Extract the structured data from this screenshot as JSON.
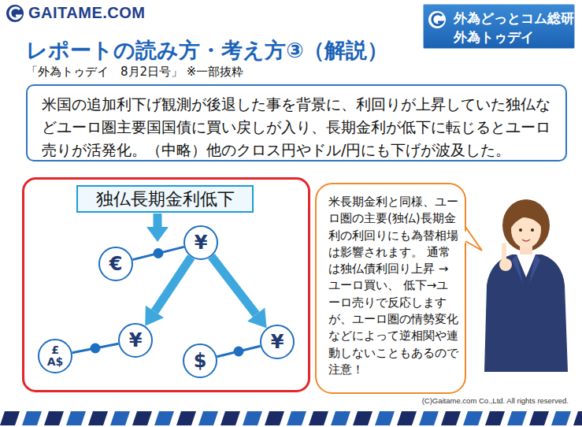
{
  "diagram": {
    "title": "レポートの読み方・考え方③（解説）",
    "nodes": [
      {
        "text": [
          "外為どっとコム総研",
          "外為トゥデイ"
        ]
      },
      {
        "text": [
          "米国の追加利下げ観測が後退した事を背景に、利回りが上昇していた独仏などユーロ圏主要国国債に買い戻しが入り、長期金利が低下に転じるとユーロ売りが活発化。（中略）他のクロス円やドル/円にも下げが波及した。"
        ]
      },
      {
        "text": [
          "独仏長期金利低下"
        ]
      },
      {
        "text": [
          "€"
        ]
      },
      {
        "text": [
          "¥"
        ]
      },
      {
        "text": [
          "£ A$"
        ]
      },
      {
        "text": [
          "¥"
        ]
      },
      {
        "text": [
          "$"
        ]
      },
      {
        "text": [
          "¥"
        ]
      },
      {
        "text": [
          "米長期金利と同様、ユーロ圏の主要(独仏)長期金利の利回りにも為替相場は影響されます。 通常は独仏債利回り上昇 →ユーロ買い、 低下→ユーロ売りで反応しますが、ユーロ圏の情勢変化などによって逆相関や連動しないこともあるので注意！"
        ]
      }
    ],
    "edges": [
      {
        "from": 3,
        "to": 4,
        "arrow": "none"
      },
      {
        "from": 5,
        "to": 6,
        "arrow": "none"
      },
      {
        "from": 7,
        "to": 8,
        "arrow": "none"
      },
      {
        "from": 4,
        "to": 6,
        "arrow": "to"
      },
      {
        "from": 4,
        "to": 8,
        "arrow": "to"
      }
    ],
    "labels": [
      "GAITAME.COM",
      "「外為トゥデイ　8月2日号」 ※一部抜粋",
      "(C)Gaitame.com Co.,Ltd. All rights reserved."
    ]
  }
}
